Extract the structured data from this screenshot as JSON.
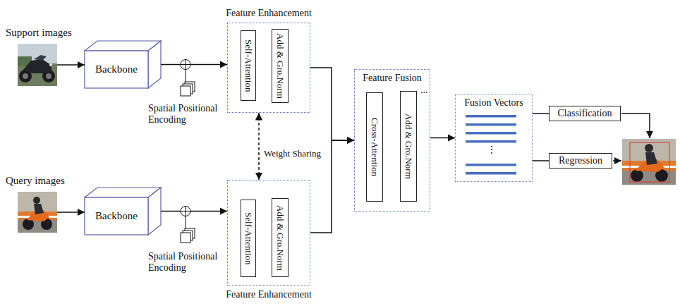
{
  "diagram": {
    "nodes": [
      {
        "text": [
          "Support images"
        ]
      },
      {
        "text": [
          "Backbone"
        ]
      },
      {
        "text": [
          "Feature Enhancement"
        ]
      },
      {
        "text": [
          "Self-Attention"
        ],
        "in": 2
      },
      {
        "text": [
          "Add & Gro.Norm"
        ],
        "in": 2
      },
      {
        "text": [
          "Query images"
        ]
      },
      {
        "text": [
          "Backbone"
        ]
      },
      {
        "text": [
          "Feature Enhancement"
        ]
      },
      {
        "text": [
          "Self-Attention"
        ],
        "in": 7
      },
      {
        "text": [
          "Add & Gro.Norm"
        ],
        "in": 7
      },
      {
        "text": [
          "Feature Fusion"
        ]
      },
      {
        "text": [
          "Cross-Attention"
        ],
        "in": 10
      },
      {
        "text": [
          "Add & Gro.Norm"
        ],
        "in": 10
      },
      {
        "text": [
          "Fusion Vectors"
        ]
      },
      {
        "text": [
          "Classification"
        ]
      },
      {
        "text": [
          "Regression"
        ]
      }
    ],
    "edges": [
      {
        "from": 0,
        "to": 1,
        "arrow": "to"
      },
      {
        "from": 1,
        "to": 2,
        "arrow": "to"
      },
      {
        "from": 5,
        "to": 6,
        "arrow": "to"
      },
      {
        "from": 6,
        "to": 7,
        "arrow": "to"
      },
      {
        "from": 2,
        "to": 7,
        "label": "Weight Sharing",
        "arrow": "both"
      },
      {
        "from": 2,
        "to": 10,
        "arrow": "to"
      },
      {
        "from": 7,
        "to": 10,
        "arrow": "to"
      },
      {
        "from": 10,
        "to": 13,
        "arrow": "to"
      },
      {
        "from": 13,
        "to": 14,
        "arrow": "none"
      },
      {
        "from": 13,
        "to": 15,
        "arrow": "none"
      }
    ],
    "labels": [
      "Spatial Positional Encoding",
      "Spatial Positional Encoding",
      "...",
      "⋮"
    ]
  }
}
